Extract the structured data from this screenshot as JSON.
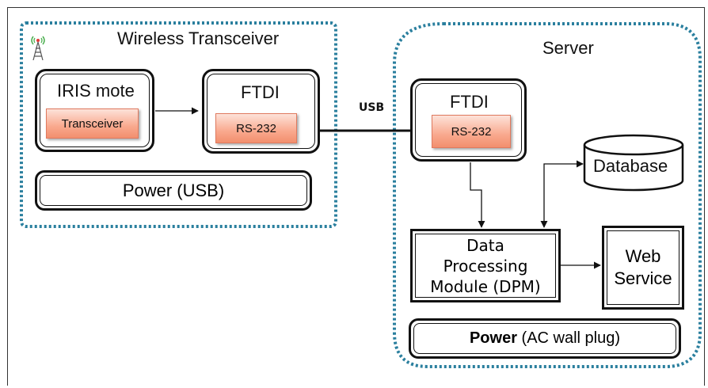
{
  "wireless": {
    "title": "Wireless Transceiver",
    "iris_mote": "IRIS mote",
    "transceiver": "Transceiver",
    "ftdi": "FTDI",
    "rs232": "RS-232",
    "power": "Power (USB)",
    "antenna_icon": "antenna-tower-icon"
  },
  "link": {
    "usb": "USB"
  },
  "server": {
    "title": "Server",
    "ftdi": "FTDI",
    "rs232": "RS-232",
    "database": "Database",
    "dpm_line1": "Data",
    "dpm_line2": "Processing",
    "dpm_line3": "Module (DPM)",
    "web_line1": "Web",
    "web_line2": "Service",
    "power_bold": "Power",
    "power_rest": "(AC wall plug)"
  },
  "colors": {
    "container_border": "#2a7f9e",
    "component_fill": "#f7a084"
  }
}
